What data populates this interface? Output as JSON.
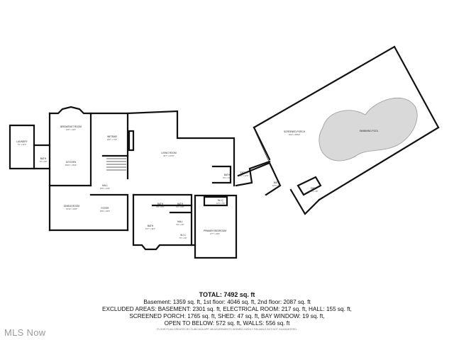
{
  "rooms": [
    {
      "id": "laundry",
      "label": "LAUNDRY",
      "dim": "7'0\" x 11'6\""
    },
    {
      "id": "bath1",
      "label": "BATH",
      "dim": "7'0\" x 5'0\""
    },
    {
      "id": "breakfast",
      "label": "BREAKFAST ROOM",
      "dim": "13'0\" x 12'0\""
    },
    {
      "id": "kitchen",
      "label": "KITCHEN",
      "dim": "16'10\" x 16'11\""
    },
    {
      "id": "hall1",
      "label": "HALL",
      "dim": "15'0\" x 3'10\""
    },
    {
      "id": "dining",
      "label": "DINING ROOM",
      "dim": "16'10\" x 18'8\""
    },
    {
      "id": "foyer",
      "label": "FOYER",
      "dim": "18'0\" x 20'0\""
    },
    {
      "id": "wetbar",
      "label": "WETBAR",
      "dim": "18'2\" x 7'10\""
    },
    {
      "id": "living",
      "label": "LIVING ROOM",
      "dim": "40'7\" x 27'10\""
    },
    {
      "id": "bath2",
      "label": "BATH",
      "dim": "6'8\" x 8'0\""
    },
    {
      "id": "bath3",
      "label": "BATH",
      "dim": "6'2\" x 6'0\""
    },
    {
      "id": "bath4",
      "label": "BATH",
      "dim": "12'7\" x 19'7\""
    },
    {
      "id": "hall2",
      "label": "HALL",
      "dim": "9'0\" x 4'0\""
    },
    {
      "id": "wic",
      "label": "W.I.C",
      "dim": "7'6\" x 4'0\""
    },
    {
      "id": "primary",
      "label": "PRIMARY BEDROOM",
      "dim": "17'7\" x 20'0\""
    },
    {
      "id": "wic2",
      "label": "W.I.C",
      "dim": "12'0\" x 5'0\""
    },
    {
      "id": "bath5",
      "label": "BATH",
      "dim": "8'4\" x 4'0\""
    },
    {
      "id": "entry",
      "label": "ENTRY",
      "dim": "8'0\" x 12'0\""
    },
    {
      "id": "bath6",
      "label": "BATH",
      "dim": "12'0\" x 8'0\""
    },
    {
      "id": "screened",
      "label": "SCREENED PORCH",
      "dim": "62'4\" x 38'10\""
    },
    {
      "id": "pool",
      "label": "SWIMMING POOL",
      "dim": ""
    },
    {
      "id": "shed",
      "label": "SHED",
      "dim": "10'4\" x 4'8\""
    }
  ],
  "summary": {
    "title": "TOTAL: 7492 sq. ft",
    "lines": [
      "Basement: 1359 sq. ft, 1st floor: 4046 sq. ft, 2nd floor: 2087 sq. ft",
      "EXCLUDED AREAS: BASEMENT: 2301 sq. ft, ELECTRICAL ROOM: 217 sq. ft, HALL: 155 sq. ft,",
      "SCREENED PORCH: 1765 sq. ft, SHED: 47 sq. ft, BAY WINDOW: 19 sq. ft,",
      "OPEN TO BELOW: 572 sq. ft, WALLS: 556 sq. ft"
    ],
    "note": "FLOOR PLAN CREATED BY CUBICASA APP. MEASUREMENTS DEEMED HIGHLY RELIABLE BUT NOT GUARANTEED."
  },
  "watermark": "MLS Now"
}
